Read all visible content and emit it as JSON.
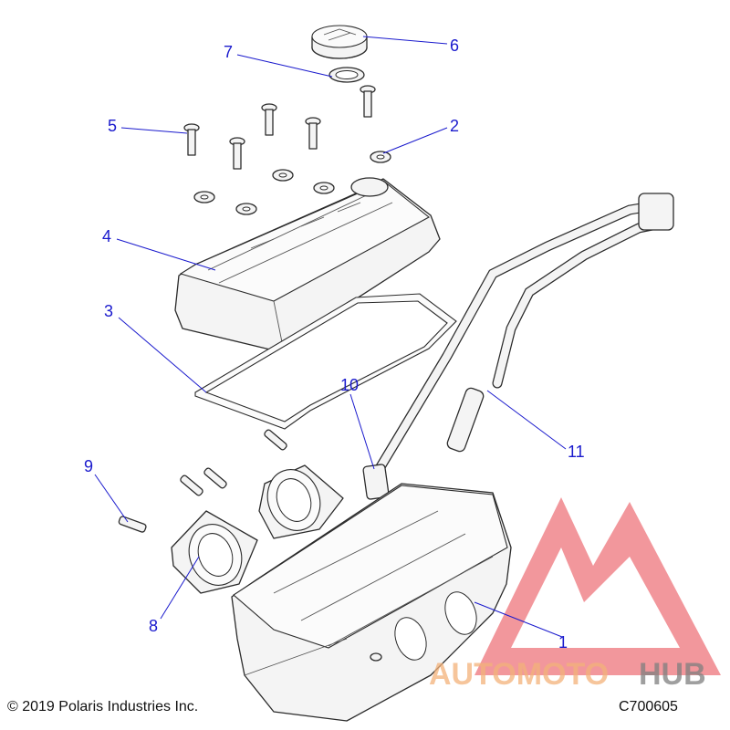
{
  "callouts": [
    "1",
    "2",
    "3",
    "4",
    "5",
    "6",
    "7",
    "8",
    "9",
    "10",
    "11"
  ],
  "footer": {
    "copyright": "© 2019 Polaris Industries Inc.",
    "drawing_id": "C700605"
  },
  "watermark": {
    "text_left": "AUTOMOTO",
    "text_right": "HUB",
    "color_primary": "#e8424a",
    "color_secondary": "#7f7f7f"
  }
}
